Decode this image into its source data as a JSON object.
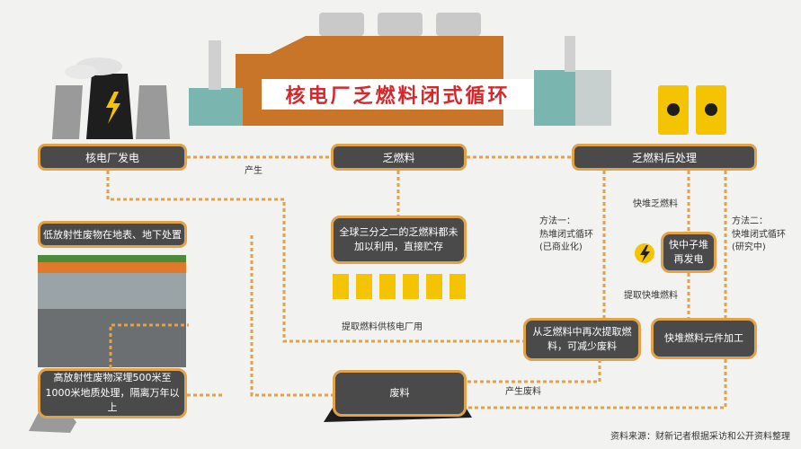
{
  "title": "核电厂乏燃料闭式循环",
  "nodes": {
    "plant": "核电厂发电",
    "spent_fuel": "乏燃料",
    "post_processing": "乏燃料后处理",
    "storage": "全球三分之二的乏燃料都未加以利用，直接贮存",
    "low_waste": "低放射性废物在地表、地下处置",
    "high_waste": "高放射性废物深埋500米至1000米地质处理，隔离万年以上",
    "waste": "废料",
    "reextract": "从乏燃料中再次提取燃料，可减少废料",
    "fast_reactor": "快中子堆再发电",
    "fast_fuel_processing": "快堆燃料元件加工"
  },
  "labels": {
    "produce": "产生",
    "method1": "方法一：\n热堆闭式循环\n(已商业化)",
    "method2": "方法二：\n快堆闭式循环\n(研究中)",
    "fast_spent_fuel": "快堆乏燃料",
    "extract_fast_fuel": "提取快堆燃料",
    "extract_for_plant": "提取燃料供核电厂用",
    "produce_waste": "产生废料"
  },
  "source": "资料来源：财新记者根据采访和公开资料整理",
  "colors": {
    "node_fill": "#4a4a4a",
    "node_border": "#e0a24a",
    "arrow": "#e0a24a",
    "banner_text": "#d6282b",
    "barrel": "#f5c400",
    "factory": "#c8752a",
    "building": "#7ab5b0"
  }
}
